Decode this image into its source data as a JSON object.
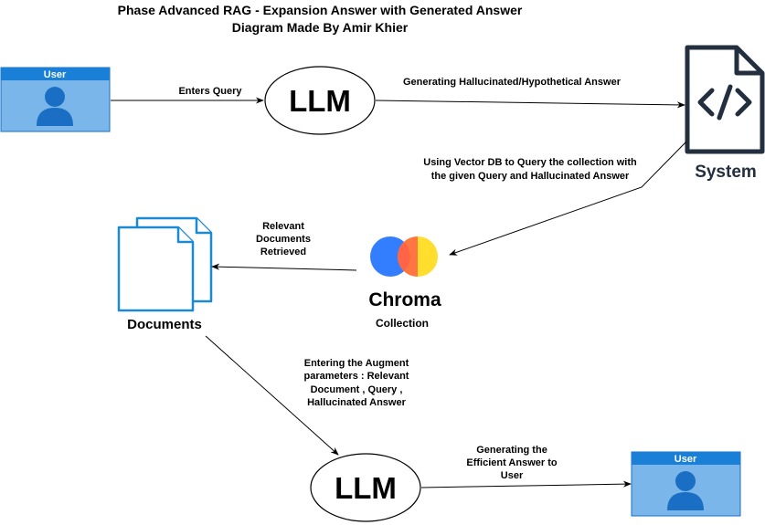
{
  "title": {
    "line1": "Phase Advanced RAG - Expansion Answer with Generated Answer",
    "line2": "Diagram Made By Amir Khier"
  },
  "nodes": {
    "user_top": {
      "label": "User",
      "icon": "user-avatar-icon"
    },
    "llm_top": {
      "label": "LLM"
    },
    "system": {
      "label": "System",
      "icon": "code-file-icon"
    },
    "chroma": {
      "name": "Chroma",
      "sublabel": "Collection",
      "icon": "chroma-logo-icon"
    },
    "documents": {
      "label": "Documents",
      "icon": "documents-icon"
    },
    "llm_bottom": {
      "label": "LLM"
    },
    "user_bottom": {
      "label": "User",
      "icon": "user-avatar-icon"
    }
  },
  "edges": {
    "enters_query": {
      "label": "Enters Query"
    },
    "generating_hallucinated": {
      "label": "Generating Hallucinated/Hypothetical Answer"
    },
    "vector_db_query": {
      "lines": [
        "Using Vector DB to Query the collection with",
        "the given Query and Hallucinated Answer"
      ]
    },
    "relevant_docs": {
      "lines": [
        "Relevant",
        "Documents",
        "Retrieved"
      ]
    },
    "augment_params": {
      "lines": [
        "Entering the Augment",
        "parameters : Relevant",
        "Document , Query ,",
        "Hallucinated Answer"
      ]
    },
    "efficient_answer": {
      "lines": [
        "Generating the",
        "Efficient Answer to",
        "User"
      ]
    }
  },
  "colors": {
    "user_header": "#1a7fd6",
    "user_body": "#7bb6ea",
    "user_figure": "#1a6fc4",
    "documents": "#1b8ad3",
    "system_dark": "#232f3e",
    "chroma_blue": "#327eff",
    "chroma_red": "#ff6446",
    "chroma_yellow": "#ffde2d"
  }
}
